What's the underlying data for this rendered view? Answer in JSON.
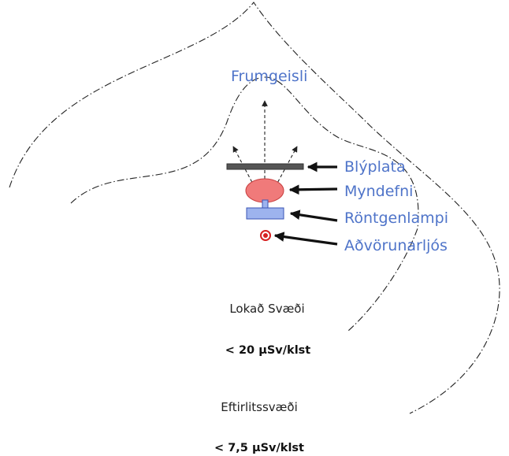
{
  "labels": {
    "primary_beam": "Frumgeisli",
    "lead_plate": "Blýplata",
    "subject": "Myndefni",
    "xray_tube": "Röntgenlampi",
    "warning_light": "Aðvörunarljós"
  },
  "zones": {
    "restricted_name": "Lokað Svæði",
    "restricted_limit": "< 20 µSv/klst",
    "controlled_name": "Eftirlitssvæði",
    "controlled_limit": "< 7,5 µSv/klst"
  },
  "colors": {
    "label_text": "#4f74c9",
    "lead_plate": "#555555",
    "subject": "#f07a7a",
    "xray_tube": "#9db3ee",
    "warning_light": "#d62020"
  }
}
